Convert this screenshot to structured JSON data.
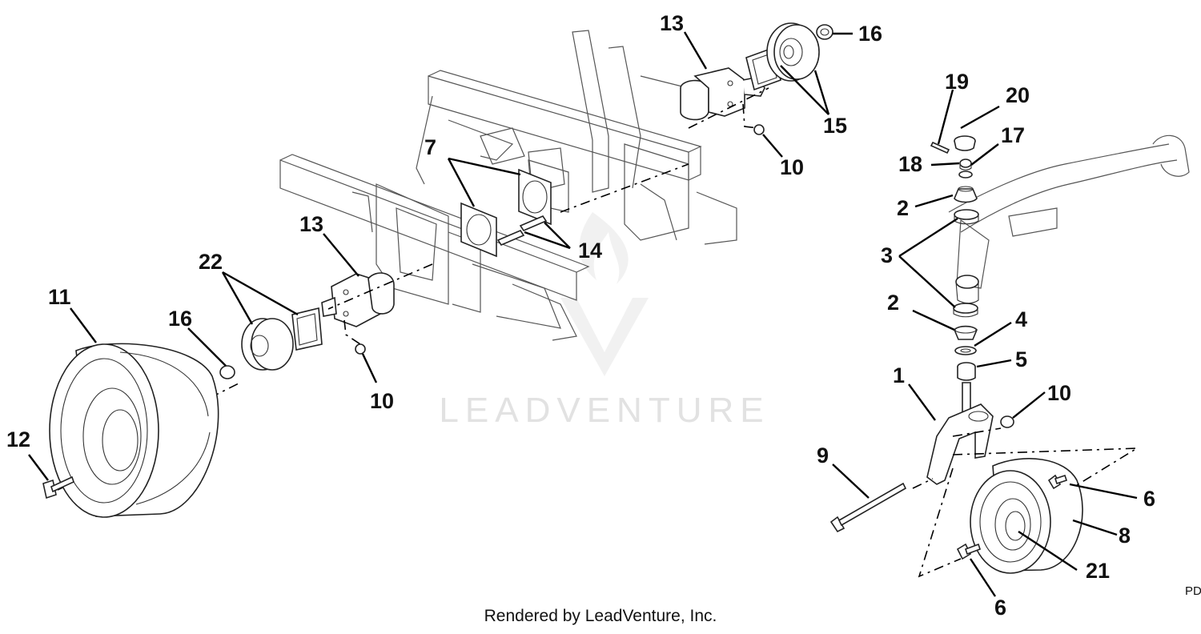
{
  "watermark": "LEADVENTURE",
  "footer": "Rendered by LeadVenture, Inc.",
  "edge_code": "PD",
  "callouts": [
    {
      "id": "13a",
      "label": "13"
    },
    {
      "id": "16a",
      "label": "16"
    },
    {
      "id": "15",
      "label": "15"
    },
    {
      "id": "10a",
      "label": "10"
    },
    {
      "id": "7",
      "label": "7"
    },
    {
      "id": "14",
      "label": "14"
    },
    {
      "id": "13b",
      "label": "13"
    },
    {
      "id": "22",
      "label": "22"
    },
    {
      "id": "11",
      "label": "11"
    },
    {
      "id": "16b",
      "label": "16"
    },
    {
      "id": "10b",
      "label": "10"
    },
    {
      "id": "12",
      "label": "12"
    },
    {
      "id": "19",
      "label": "19"
    },
    {
      "id": "20",
      "label": "20"
    },
    {
      "id": "18",
      "label": "18"
    },
    {
      "id": "17",
      "label": "17"
    },
    {
      "id": "2a",
      "label": "2"
    },
    {
      "id": "3",
      "label": "3"
    },
    {
      "id": "2b",
      "label": "2"
    },
    {
      "id": "4",
      "label": "4"
    },
    {
      "id": "5",
      "label": "5"
    },
    {
      "id": "1",
      "label": "1"
    },
    {
      "id": "10c",
      "label": "10"
    },
    {
      "id": "9",
      "label": "9"
    },
    {
      "id": "6a",
      "label": "6"
    },
    {
      "id": "8",
      "label": "8"
    },
    {
      "id": "21",
      "label": "21"
    },
    {
      "id": "6b",
      "label": "6"
    }
  ]
}
